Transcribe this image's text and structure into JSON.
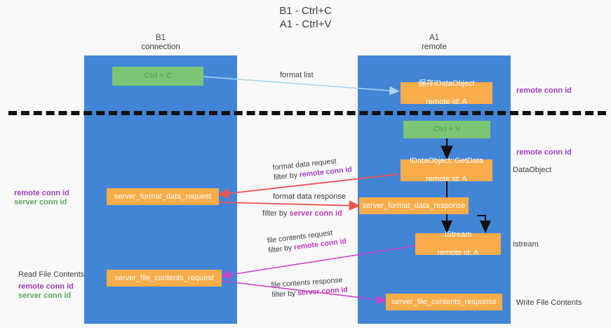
{
  "title": {
    "line1": "B1 - Ctrl+C",
    "line2": "A1 - Ctrl+V"
  },
  "columns": [
    {
      "name": "B1",
      "role": "connection"
    },
    {
      "name": "A1",
      "role": "remote"
    }
  ],
  "boxes": {
    "ctrl_c": "Ctrl + C",
    "ctrl_v": "Ctrl + V",
    "save_idataobject_l1": "保存IDataObject",
    "save_idataobject_l2": "remote id: A",
    "getdata_l1": "IDataObject::GetData",
    "getdata_l2": "remote id: A",
    "istream_l1": "IStream",
    "istream_l2": "remote id: A",
    "server_format_data_request": "server_format_data_request",
    "server_format_data_response": "server_format_data_response",
    "server_file_contents_request": "server_file_contents_request",
    "server_file_contents_response": "server_file_contents_response"
  },
  "edge_labels": {
    "format_list": "format list",
    "format_data_request": "format data request",
    "format_data_request_filter_prefix": "filter by ",
    "format_data_request_filter_key": "remote conn id",
    "format_data_response": "format data response",
    "format_data_response_filter_prefix": "filter by ",
    "format_data_response_filter_key": "server conn id",
    "file_contents_request": "file contents request",
    "file_contents_request_filter_prefix": "filter by ",
    "file_contents_request_filter_key": "remote conn id",
    "file_contents_response": "file contents response",
    "file_contents_response_filter_prefix": "filter by ",
    "file_contents_response_filter_key": "server conn id"
  },
  "right_labels": {
    "remote_conn_id_top": "remote conn id",
    "remote_conn_id_mid": "remote conn id",
    "dataobject": "DataObject",
    "istream": "Istream",
    "write_file_contents": "Write File Contents"
  },
  "left_labels": {
    "remote_conn_id_1": "remote conn id",
    "server_conn_id_1": "server conn id",
    "read_file_contents": "Read File Contents",
    "remote_conn_id_2": "remote conn id",
    "server_conn_id_2": "server conn id"
  },
  "colors": {
    "lane": "#4285d6",
    "green_box": "#7cc576",
    "orange_box": "#f9ac4a",
    "arrow_blue": "#a8d4f0",
    "arrow_red": "#ef5350",
    "arrow_magenta": "#cc44cc",
    "arrow_black": "#111111",
    "purple_text": "#a03fc0",
    "green_text": "#5aa85a",
    "page_bg": "#f8f8f8"
  }
}
